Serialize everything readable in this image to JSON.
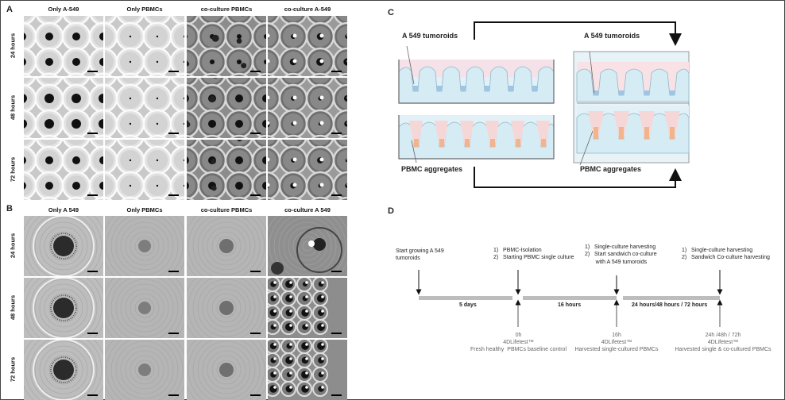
{
  "panelA": {
    "letter": "A",
    "columns": [
      "Only A-549",
      "Only PBMCs",
      "co-culture PBMCs",
      "co-culture A-549"
    ],
    "rows": [
      "24 hours",
      "48 hours",
      "72 hours"
    ]
  },
  "panelB": {
    "letter": "B",
    "columns": [
      "Only A 549",
      "Only PBMCs",
      "co-culture PBMCs",
      "co-culture A 549"
    ],
    "rows": [
      "24 hours",
      "48 hours",
      "72 hours"
    ]
  },
  "panelC": {
    "letter": "C",
    "left_top_label": "A 549 tumoroids",
    "left_bottom_label": "PBMC aggregates",
    "right_top_label": "A 549 tumoroids",
    "right_bottom_label": "PBMC aggregates"
  },
  "panelD": {
    "letter": "D",
    "event1": "Start growing A 549\ntumoroids",
    "event2": "1)   PBMC-Isolation\n2)   Starting PBMC single culture",
    "event3": "1)   Single-culture harvesting\n2)   Start sandwich co-culture\n       with A 549 tumoroids",
    "event4": "1)   Single-culture harvesting\n2)   Sandwich Co-culture harvesting",
    "dur1": "5 days",
    "dur2": "16 hours",
    "dur3": "24 hours/48 hours / 72 hours",
    "bottom1": "0h\n4DLifetest™\nFresh healthy  PBMCs baseline control",
    "bottom2": "16h\n4DLifetest™\nHarvested single-cultured PBMCs",
    "bottom3": "24h /48h / 72h\n4DLifetest™\nHarvested single & co-cultured PBMCs"
  }
}
